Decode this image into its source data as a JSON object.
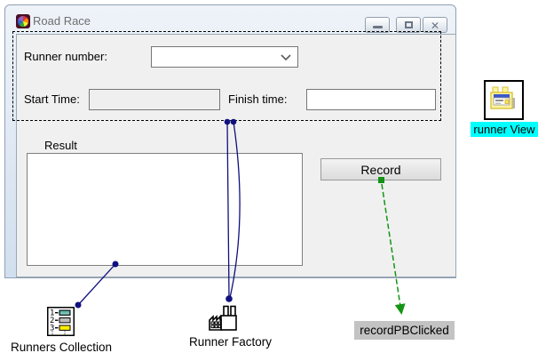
{
  "window": {
    "title": "Road Race",
    "controls": {
      "minimize": "minimize",
      "maximize": "maximize",
      "close": "close"
    }
  },
  "form": {
    "runner_number_label": "Runner number:",
    "runner_number_value": "",
    "start_time_label": "Start Time:",
    "start_time_value": "",
    "finish_time_label": "Finish time:",
    "finish_time_value": "",
    "result_label": "Result",
    "result_value": "",
    "record_button": "Record"
  },
  "diagram": {
    "runner_view_label": "runner View",
    "runners_collection_label": "Runners Collection",
    "runner_factory_label": "Runner Factory",
    "event_handler_label": "recordPBClicked"
  },
  "colors": {
    "connector_navy": "#10107E",
    "connector_green": "#149414",
    "highlight_cyan": "#00FFFF",
    "handler_background": "#C3C3C3",
    "client_background": "#F0F0F0"
  }
}
